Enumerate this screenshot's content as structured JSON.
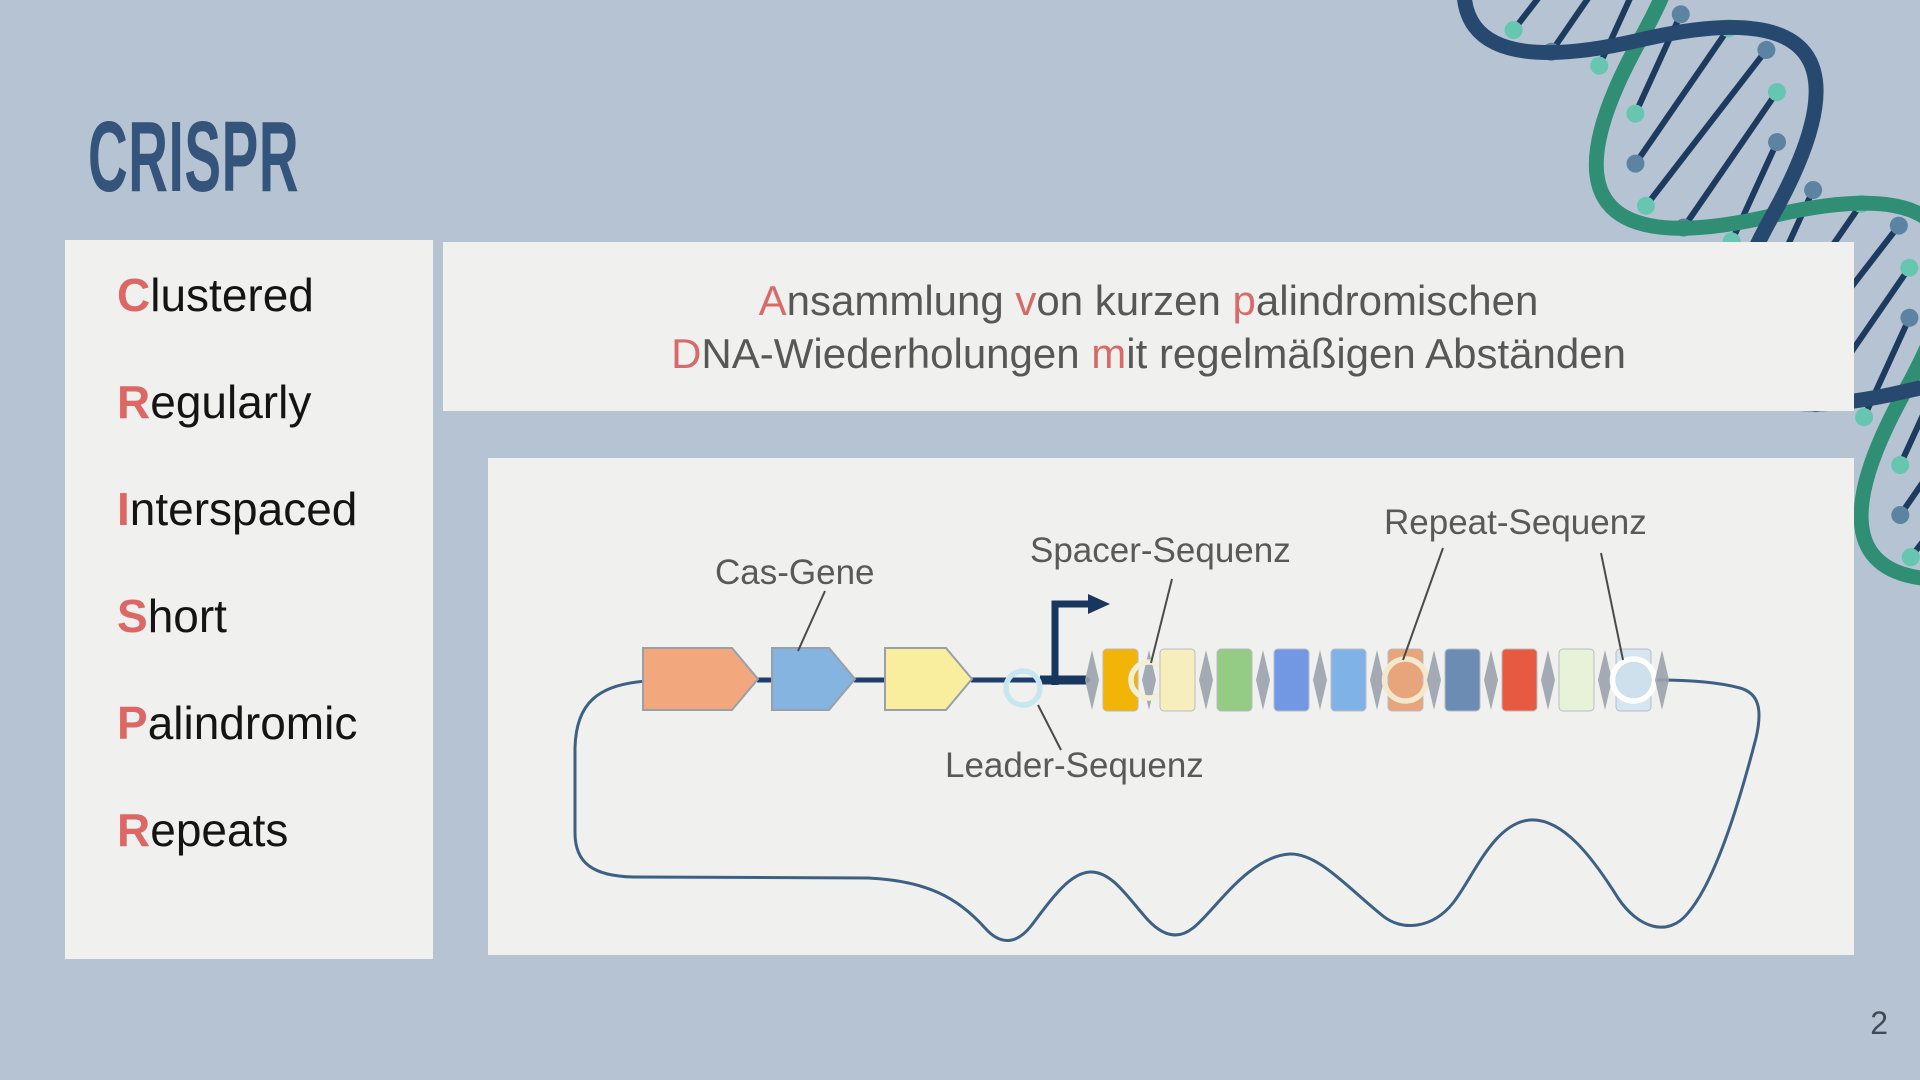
{
  "slide": {
    "title": "CRISPR",
    "page_number": "2"
  },
  "colors": {
    "background": "#b5c3d2",
    "panel": "#f0f0ee",
    "title": "#34547c",
    "accent_red": "#dd6765",
    "label_gray": "#595959",
    "dna_strand_green": "#2f8e74",
    "dna_strand_navy": "#27496f",
    "plasmid_line": "#3d6186"
  },
  "acronym": {
    "items": [
      {
        "initial": "C",
        "rest": "lustered"
      },
      {
        "initial": "R",
        "rest": "egularly"
      },
      {
        "initial": "I",
        "rest": "nterspaced"
      },
      {
        "initial": "S",
        "rest": "hort"
      },
      {
        "initial": "P",
        "rest": "alindromic"
      },
      {
        "initial": "R",
        "rest": "epeats"
      }
    ]
  },
  "definition": {
    "lines": [
      [
        {
          "t": "A",
          "red": true
        },
        {
          "t": "nsammlung "
        },
        {
          "t": "v",
          "red": true
        },
        {
          "t": "on kurzen "
        },
        {
          "t": "p",
          "red": true
        },
        {
          "t": "alindromischen"
        }
      ],
      [
        {
          "t": "D",
          "red": true
        },
        {
          "t": "NA-Wiederholungen "
        },
        {
          "t": "m",
          "red": true
        },
        {
          "t": "it regelmäßigen Abständen"
        }
      ]
    ]
  },
  "diagram": {
    "labels": {
      "cas": "Cas-Gene",
      "spacer": "Spacer-Sequenz",
      "repeat": "Repeat-Sequenz",
      "leader": "Leader-Sequenz"
    },
    "genes": [
      {
        "name": "cas-gene-orange",
        "color": "#f2a87c"
      },
      {
        "name": "cas-gene-blue",
        "color": "#85b4e0"
      },
      {
        "name": "cas-gene-yellow",
        "color": "#f8ee9e"
      }
    ],
    "array": [
      {
        "kind": "repeat"
      },
      {
        "kind": "spacer",
        "color": "#f2b406"
      },
      {
        "kind": "repeat",
        "circle": "#f1efd6"
      },
      {
        "kind": "spacer",
        "color": "#f7eebd"
      },
      {
        "kind": "repeat"
      },
      {
        "kind": "spacer",
        "color": "#94cc85"
      },
      {
        "kind": "repeat"
      },
      {
        "kind": "spacer",
        "color": "#7297e3"
      },
      {
        "kind": "repeat"
      },
      {
        "kind": "spacer",
        "color": "#7fb3e8"
      },
      {
        "kind": "repeat"
      },
      {
        "kind": "spacer",
        "color": "#e8a47a",
        "circle": "#f3e8cd"
      },
      {
        "kind": "repeat"
      },
      {
        "kind": "spacer",
        "color": "#6d8cb3"
      },
      {
        "kind": "repeat"
      },
      {
        "kind": "spacer",
        "color": "#e55a41"
      },
      {
        "kind": "repeat"
      },
      {
        "kind": "spacer",
        "color": "#e7f2d8"
      },
      {
        "kind": "repeat"
      },
      {
        "kind": "spacer",
        "color": "#d6e6f0",
        "circle": "#ffffff"
      },
      {
        "kind": "repeat"
      }
    ]
  }
}
